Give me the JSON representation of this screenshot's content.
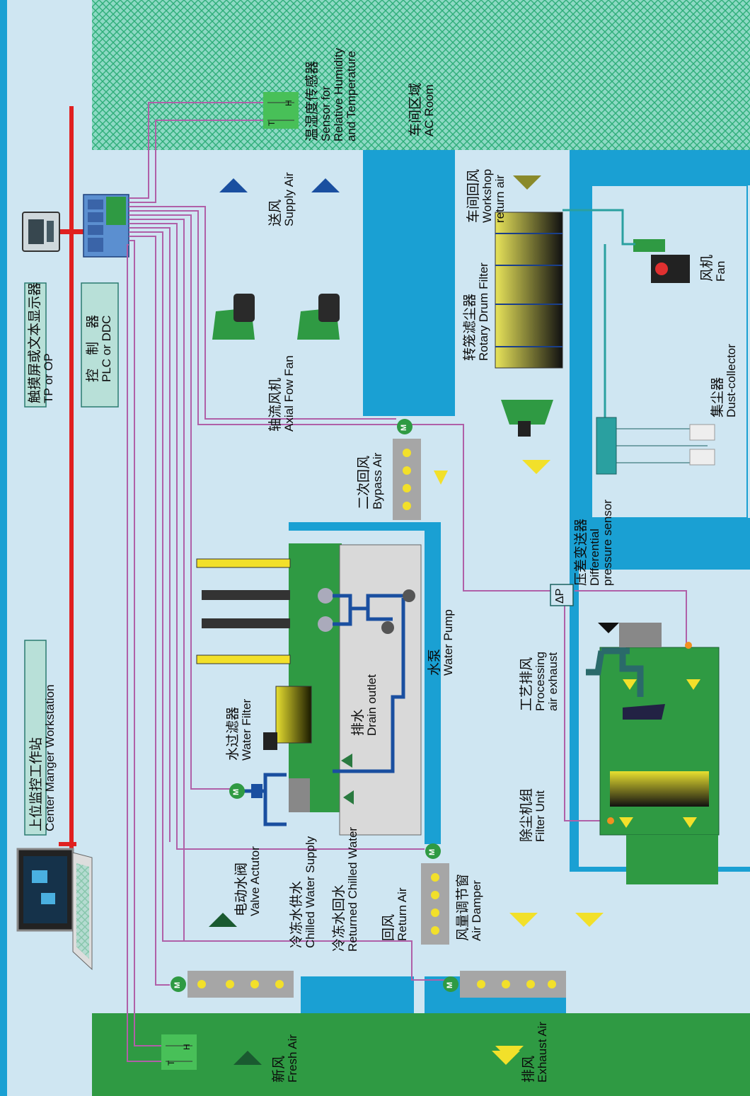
{
  "labels": {
    "workstation": {
      "zh": "上位监控工作站",
      "en": "Center Manger Workstation"
    },
    "display": {
      "zh": "触摸屏或文本显示器",
      "en": "TP or OP"
    },
    "plc": {
      "zh": "控　制　器",
      "en": "PLC or DDC"
    },
    "sensor": {
      "zh": "温湿度传感器",
      "en1": "Sensor for",
      "en2": "Relative Humidity",
      "en3": "and Temperature"
    },
    "ac_room": {
      "zh": "车间区域",
      "en": "AC Room"
    },
    "supply_air": {
      "zh": "送风",
      "en": "Supply Air"
    },
    "axial_fan": {
      "zh": "轴流风机",
      "en": "Axial Fow Fan"
    },
    "workshop_return": {
      "zh": "车间回风",
      "en1": "Workshop",
      "en2": "return air"
    },
    "drum_filter": {
      "zh": "转笼滤尘器",
      "en": "Rotary Drum Filter"
    },
    "fan": {
      "zh": "风机",
      "en": "Fan"
    },
    "dust_collector": {
      "zh": "集尘器",
      "en": "Dust-collector"
    },
    "bypass_air": {
      "zh": "二次回风",
      "en": "Bypass Air"
    },
    "diff_pressure": {
      "zh": "压差变送器",
      "en1": "Differential",
      "en2": "pressure sensor"
    },
    "delta_p": "ΔP",
    "water_pump": {
      "zh": "水泵",
      "en": "Water Pump"
    },
    "drain": {
      "zh": "排水",
      "en": "Drain outlet"
    },
    "water_filter": {
      "zh": "水过滤器",
      "en": "Water Filter"
    },
    "process_exhaust": {
      "zh": "工艺排风",
      "en1": "Processing",
      "en2": "air exhaust"
    },
    "filter_unit": {
      "zh": "除尘机组",
      "en": "Filter Unit"
    },
    "valve": {
      "zh": "电动水阀",
      "en": "Valve Actutor"
    },
    "chilled_supply": {
      "zh": "冷冻水供水",
      "en": "Chilled Water Supply"
    },
    "chilled_return": {
      "zh": "冷冻水回水",
      "en": "Returned Chilled Water"
    },
    "return_air": {
      "zh": "回风",
      "en": "Return Air"
    },
    "air_damper": {
      "zh": "风量调节窗",
      "en": "Air Damper"
    },
    "fresh_air": {
      "zh": "新风",
      "en": "Fresh Air"
    },
    "exhaust_air": {
      "zh": "排风",
      "en": "Exhaust Air"
    },
    "motor": "M",
    "sensor_t": "T",
    "sensor_h": "H"
  },
  "colors": {
    "bg": "#cfe6f2",
    "duct": "#1aa0d3",
    "green_zone": "#2f9a43",
    "hatch_zone": "#7ed3c0",
    "signal": "#b060a8",
    "bus": "#e02020",
    "yellow_arrow": "#f2e02a",
    "dark_arrow": "#8a8a2a"
  }
}
